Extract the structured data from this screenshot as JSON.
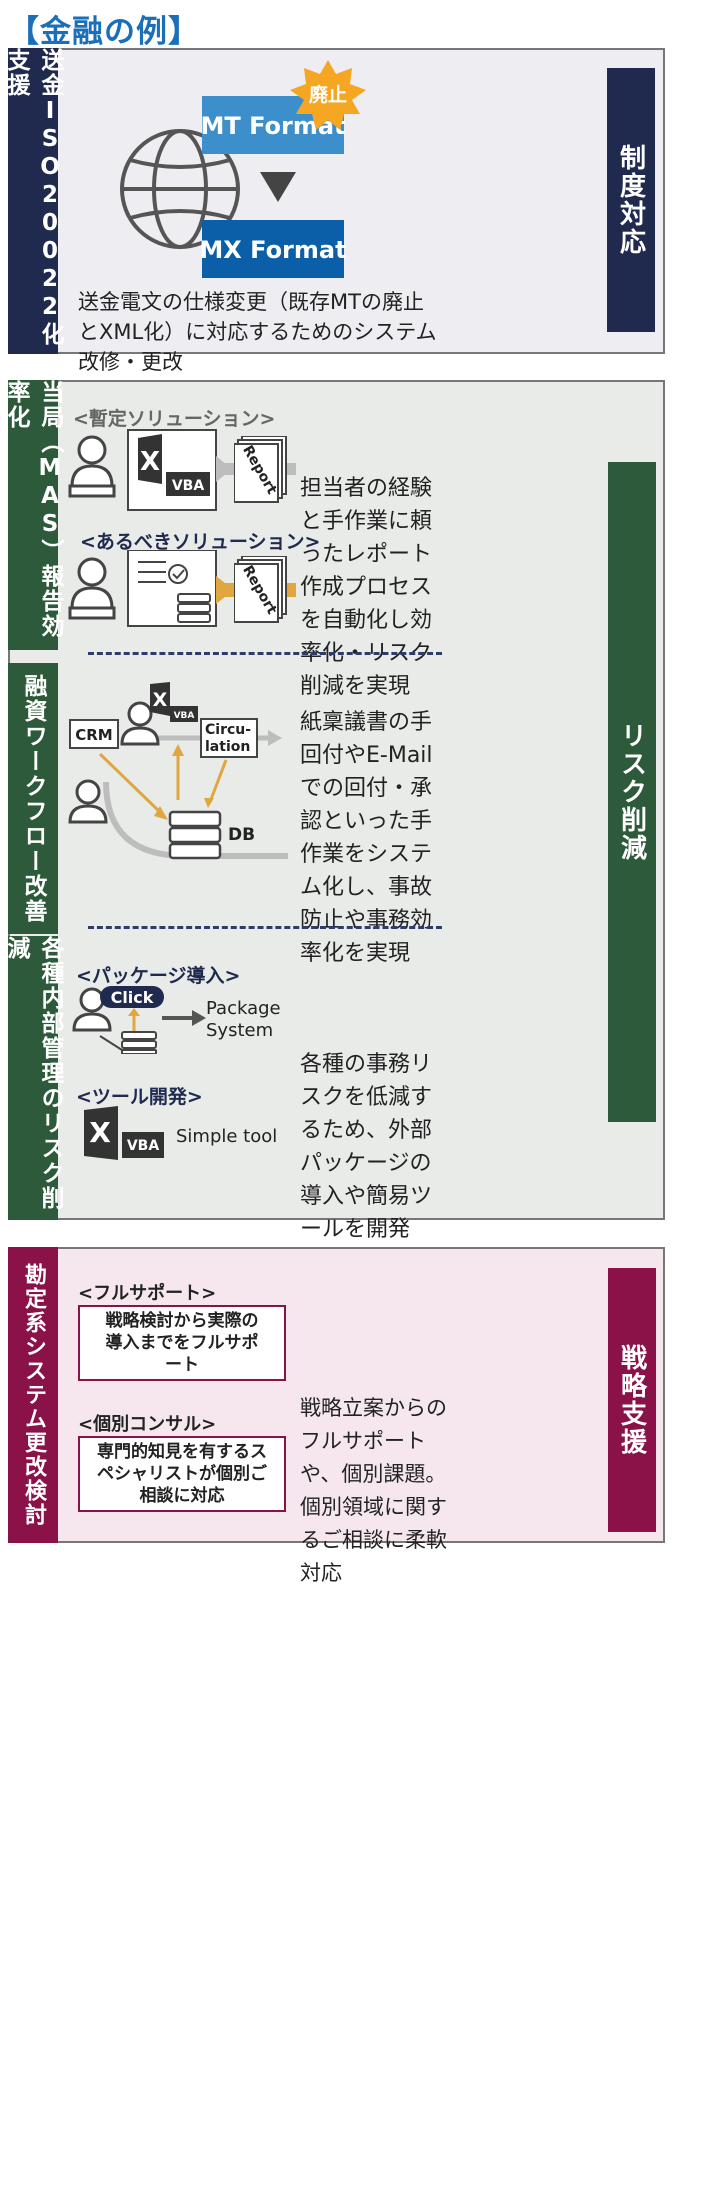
{
  "title": "【金融の例】",
  "section1": {
    "left_tag": "送金ISO20022化支援",
    "right_tag": "制度対応",
    "badge": "廃止",
    "mt_format": "MT Format",
    "mx_format": "MX Format",
    "description": "送金電文の仕様変更（既存MTの廃止とXML化）に対応するためのシステム改修・更改"
  },
  "section2": {
    "right_tag": "リスク削減",
    "block1": {
      "left_tag": "当局（MAS）報告効率化",
      "label_interim": "<暫定ソリューション>",
      "label_ideal": "<あるべきソリューション>",
      "vba": "VBA",
      "excel_x": "X",
      "report": "Report",
      "description": "担当者の経験と手作業に頼ったレポート作成プロセスを自動化し効率化・リスク削減を実現"
    },
    "block2": {
      "left_tag": "融資ワークフロー改善",
      "crm": "CRM",
      "circulation": "Circu-lation",
      "db": "DB",
      "vba": "VBA",
      "excel_x": "X",
      "description": "紙稟議書の手回付やE-Mailでの回付・承認といった手作業をシステム化し、事故防止や事務効率化を実現"
    },
    "block3": {
      "left_tag": "各種内部管理のリスク削減",
      "label_package": "<パッケージ導入>",
      "label_tool": "<ツール開発>",
      "click": "Click",
      "package_system": "Package System",
      "simple_tool": "Simple tool",
      "vba": "VBA",
      "excel_x": "X",
      "description": "各種の事務リスクを低減するため、外部パッケージの導入や簡易ツールを開発"
    }
  },
  "section3": {
    "left_tag": "勘定系システム更改検討",
    "right_tag": "戦略支援",
    "label_full": "<フルサポート>",
    "full_box": "戦略検討から実際の導入までをフルサポート",
    "label_consult": "<個別コンサル>",
    "consult_box": "専門的知見を有するスペシャリストが個別ご相談に対応",
    "description": "戦略立案からのフルサポートや、個別課題。個別領域に関するご相談に柔軟対応"
  },
  "colors": {
    "navy": "#1f2a4e",
    "green": "#2d5a3a",
    "maroon": "#8a1249",
    "blue_light": "#3d8fcc",
    "blue_dark": "#0b5fa8",
    "badge_orange": "#f5a623",
    "arrow_gold": "#e0a640"
  }
}
